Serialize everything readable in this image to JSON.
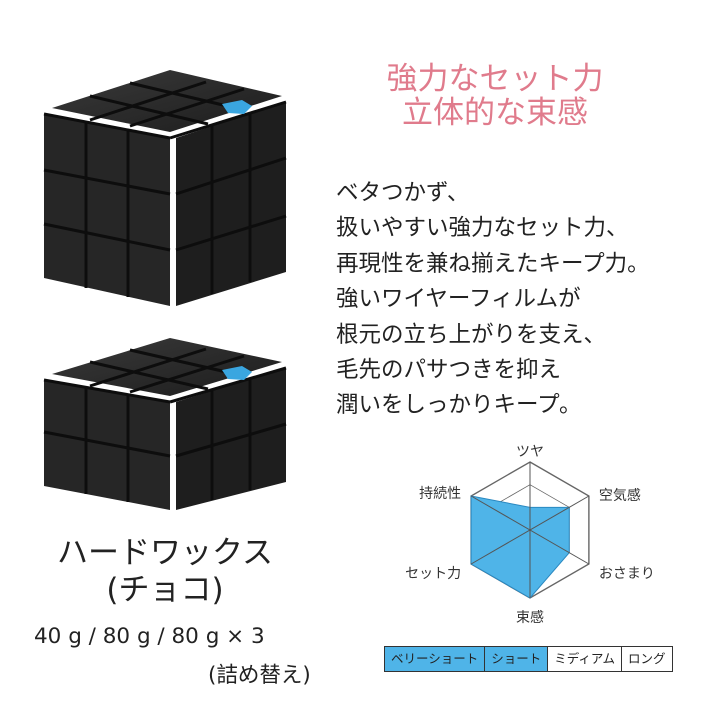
{
  "headline": {
    "line1": "強力なセット力",
    "line2": "立体的な束感",
    "color": "#e07b8c"
  },
  "description": [
    "ベタつかず、",
    "扱いやすい強力なセット力、",
    "再現性を兼ね揃えたキープ力。",
    "強いワイヤーフィルムが",
    "根元の立ち上がりを支え、",
    "毛先のパサつきを抑え",
    "潤いをしっかりキープ。"
  ],
  "product": {
    "name_line1": "ハードワックス",
    "name_line2": "(チョコ)"
  },
  "sizes": {
    "text": "40 g / 80 g / 80 g × 3",
    "refill": "(詰め替え)"
  },
  "radar": {
    "axes": [
      "ツヤ",
      "空気感",
      "おさまり",
      "束感",
      "セット力",
      "持続性"
    ],
    "levels": 3,
    "values": [
      1,
      2,
      2,
      3,
      3,
      3
    ],
    "fill_color": "#4fb4e8"
  },
  "length_scale": {
    "items": [
      {
        "label": "ベリーショート",
        "active": true
      },
      {
        "label": "ショート",
        "active": true
      },
      {
        "label": "ミディアム",
        "active": false
      },
      {
        "label": "ロング",
        "active": false
      }
    ],
    "active_color": "#4fb4e8"
  },
  "cube": {
    "body_color": "#2a2a2a",
    "accent_color": "#3aa6e0"
  }
}
